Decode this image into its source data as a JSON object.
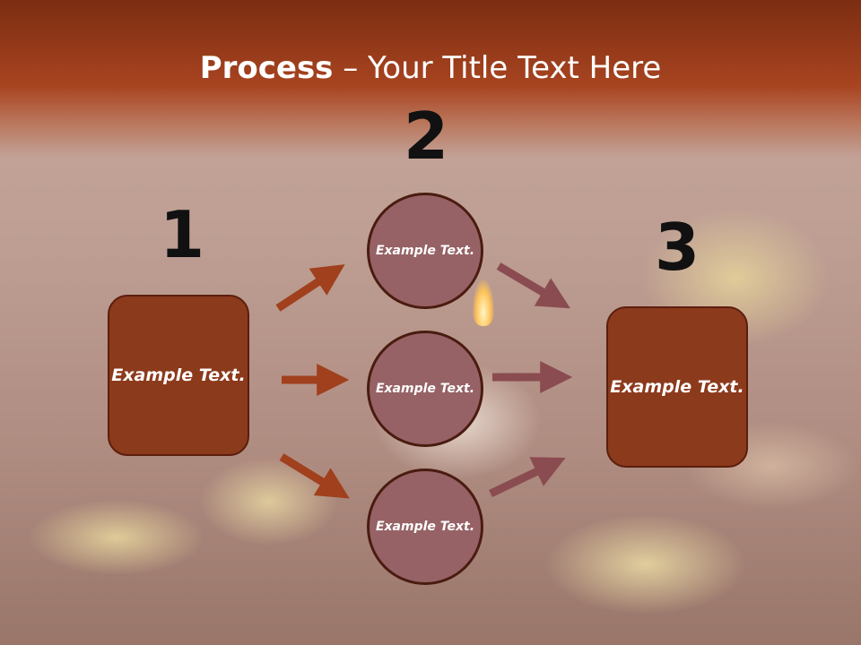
{
  "title": {
    "bold": "Process",
    "rest": " – Your Title Text Here"
  },
  "steps": [
    {
      "number": "1",
      "box_text": "Example Text."
    },
    {
      "number": "2",
      "circles": [
        "Example Text.",
        "Example Text.",
        "Example Text."
      ]
    },
    {
      "number": "3",
      "box_text": "Example Text."
    }
  ],
  "colors": {
    "box": "#8c3a1c",
    "circle": "#966266",
    "arrow_left": "#a0401c",
    "arrow_right": "#8a4c50",
    "title_band": "#a84420"
  }
}
